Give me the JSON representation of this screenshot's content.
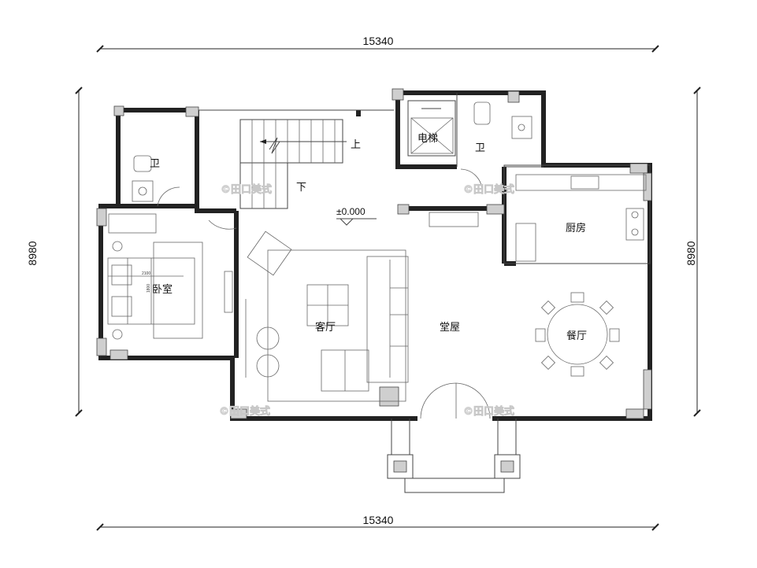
{
  "dimensions": {
    "top": "15340",
    "bottom": "15340",
    "left": "8980",
    "right": "8980"
  },
  "rooms": {
    "bath_left": "卫",
    "bath_right": "卫",
    "elevator": "电梯",
    "stair_up": "上",
    "stair_down": "下",
    "kitchen": "厨房",
    "bedroom": "卧室",
    "living_room": "客厅",
    "main_hall": "堂屋",
    "dining_room": "餐厅"
  },
  "level_mark": "±0.000",
  "bed_dimensions": {
    "width": "2100",
    "length": "1800"
  },
  "watermark": "©田口美式",
  "colors": {
    "wall": "#222222",
    "hatch": "#cfcfcf",
    "furniture": "#666666",
    "watermark": "#c8c8c8"
  }
}
